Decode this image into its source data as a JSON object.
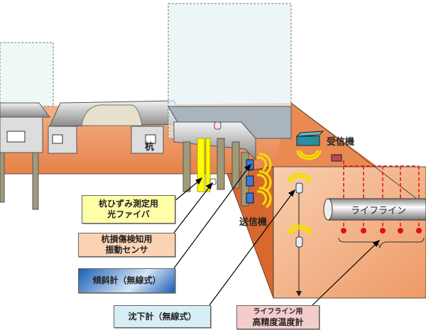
{
  "labels": {
    "pile": "杭",
    "receiver": "受信機",
    "transmitter": "送信機",
    "lifeline": "ライフライン",
    "fiber": [
      "杭ひずみ測定用",
      "光ファイバ"
    ],
    "vibration": [
      "杭損傷検知用",
      "振動センサ"
    ],
    "inclinometer": "傾斜計（無線式）",
    "settlement": "沈下計（無線式）",
    "thermometer": [
      "ライフライン用",
      "高精度温度計"
    ]
  },
  "colors": {
    "ground": "#e8773a",
    "ground_light": "#f7c6a3",
    "wall": "#d9682e",
    "fiber_box": "#ffffa8",
    "vibration_box": "#fbd3b4",
    "inclinometer_box": "#2a6fc0",
    "settlement_box": "#d6eef5",
    "thermometer_box": "#f4cccc",
    "sensor_red": "#e01010",
    "wave": "#f2e000"
  }
}
